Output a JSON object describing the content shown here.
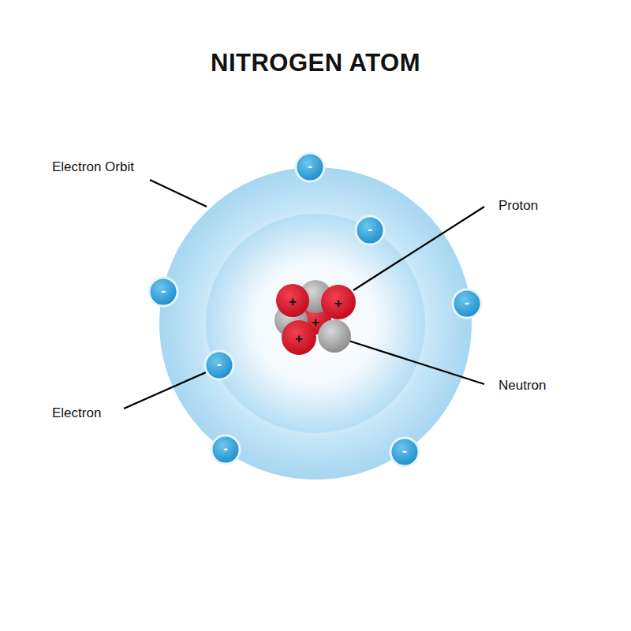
{
  "diagram": {
    "title": "NITROGEN ATOM",
    "labels": [
      "Electron Orbit",
      "Proton",
      "Neutron",
      "Electron",
      "-",
      "-",
      "-",
      "-",
      "-",
      "-",
      "-",
      "+",
      "+",
      "+",
      "+"
    ]
  }
}
